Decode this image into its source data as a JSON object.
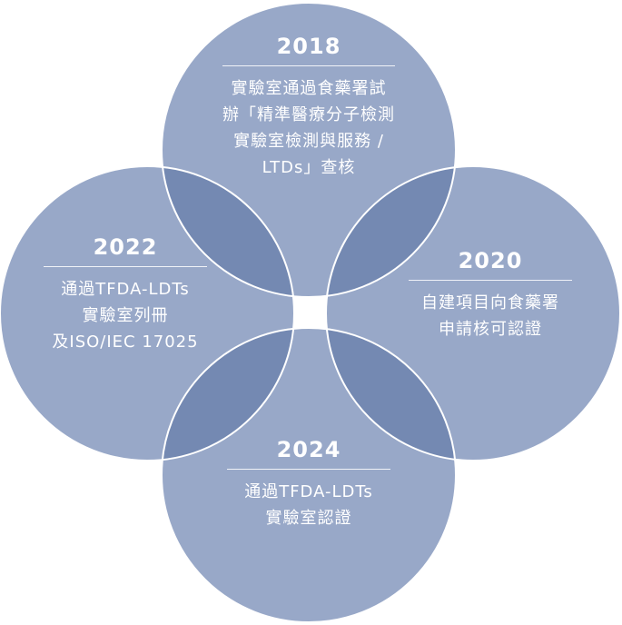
{
  "colors": {
    "circle_fill": "#98a8c8",
    "overlap_fill": "#7489b2",
    "outline": "#ffffff",
    "text": "#ffffff"
  },
  "milestones": [
    {
      "year": "2018",
      "lines": [
        "實驗室通過食藥署試",
        "辦「精準醫療分子檢測",
        "實驗室檢測與服務 /",
        "LTDs」查核"
      ]
    },
    {
      "year": "2020",
      "lines": [
        "自建項目向食藥署",
        "申請核可認證"
      ]
    },
    {
      "year": "2022",
      "lines": [
        "通過TFDA-LDTs",
        "實驗室列冊",
        "及ISO/IEC 17025"
      ]
    },
    {
      "year": "2024",
      "lines": [
        "通過TFDA-LDTs",
        "實驗室認證"
      ]
    }
  ]
}
